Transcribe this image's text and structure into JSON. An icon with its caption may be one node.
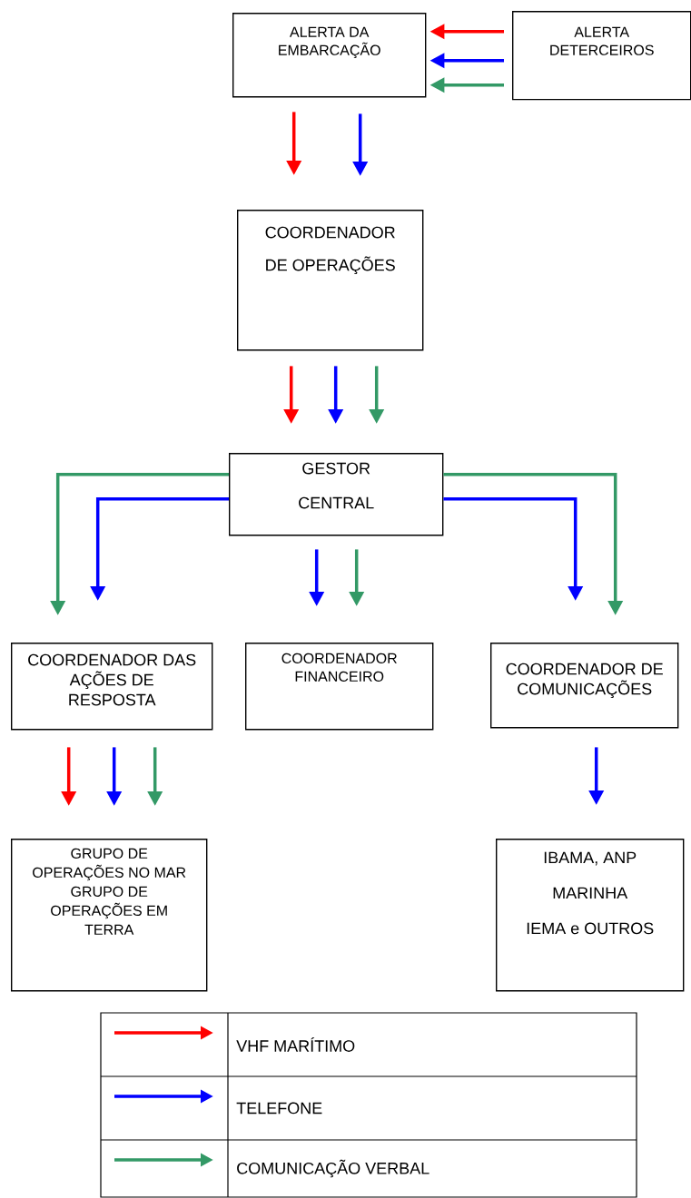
{
  "diagram": {
    "nodes": [
      {
        "text": [
          "ALERTA DA EMBARCAÇÃO"
        ]
      },
      {
        "text": [
          "ALERTA DETERCEIROS"
        ]
      },
      {
        "text": [
          "COORDENADOR DE OPERAÇÕES"
        ]
      },
      {
        "text": [
          "GESTOR CENTRAL"
        ]
      },
      {
        "text": [
          "COORDENADOR DAS AÇÕES DE RESPOSTA"
        ]
      },
      {
        "text": [
          "COORDENADOR FINANCEIRO"
        ]
      },
      {
        "text": [
          "COORDENADOR DE COMUNICAÇÕES"
        ]
      },
      {
        "text": [
          "GRUPO DE OPERAÇÕES NO MAR",
          "GRUPO DE OPERAÇÕES EM TERRA"
        ]
      },
      {
        "text": [
          "IBAMA, ANP",
          "MARINHA",
          "IEMA e OUTROS"
        ]
      }
    ],
    "edges": [
      {
        "from": 1,
        "to": 0,
        "arrow": "to",
        "color": "#ff0000"
      },
      {
        "from": 1,
        "to": 0,
        "arrow": "to",
        "color": "#0000ff"
      },
      {
        "from": 1,
        "to": 0,
        "arrow": "to",
        "color": "#339966"
      },
      {
        "from": 0,
        "to": 2,
        "arrow": "to",
        "color": "#ff0000"
      },
      {
        "from": 0,
        "to": 2,
        "arrow": "to",
        "color": "#0000ff"
      },
      {
        "from": 2,
        "to": 3,
        "arrow": "to",
        "color": "#ff0000"
      },
      {
        "from": 2,
        "to": 3,
        "arrow": "to",
        "color": "#0000ff"
      },
      {
        "from": 2,
        "to": 3,
        "arrow": "to",
        "color": "#339966"
      },
      {
        "from": 3,
        "to": 4,
        "arrow": "to",
        "color": "#339966"
      },
      {
        "from": 3,
        "to": 4,
        "arrow": "to",
        "color": "#0000ff"
      },
      {
        "from": 3,
        "to": 5,
        "arrow": "to",
        "color": "#0000ff"
      },
      {
        "from": 3,
        "to": 5,
        "arrow": "to",
        "color": "#339966"
      },
      {
        "from": 3,
        "to": 6,
        "arrow": "to",
        "color": "#0000ff"
      },
      {
        "from": 3,
        "to": 6,
        "arrow": "to",
        "color": "#339966"
      },
      {
        "from": 4,
        "to": 7,
        "arrow": "to",
        "color": "#ff0000"
      },
      {
        "from": 4,
        "to": 7,
        "arrow": "to",
        "color": "#0000ff"
      },
      {
        "from": 4,
        "to": 7,
        "arrow": "to",
        "color": "#339966"
      },
      {
        "from": 6,
        "to": 8,
        "arrow": "to",
        "color": "#0000ff"
      }
    ],
    "legend": [
      {
        "text": "VHF MARÍTIMO",
        "color": "#ff0000"
      },
      {
        "text": "TELEFONE",
        "color": "#0000ff"
      },
      {
        "text": "COMUNICAÇÃO VERBAL",
        "color": "#339966"
      }
    ]
  }
}
